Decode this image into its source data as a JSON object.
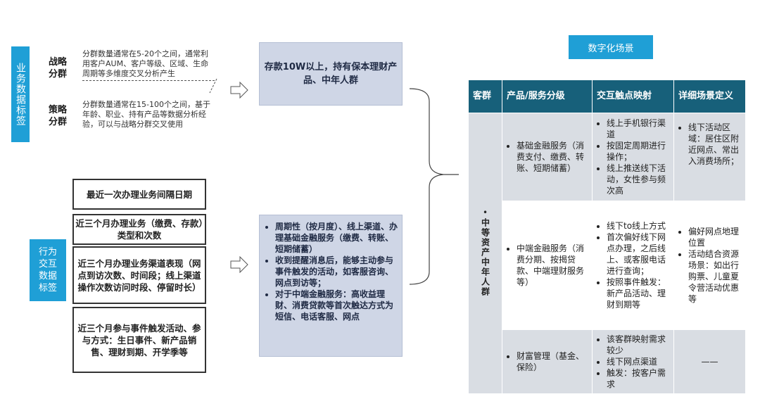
{
  "left": {
    "label_top": "业务数据标签",
    "strategy": {
      "title": "战略\n分群",
      "desc": "分群数量通常在5-20个之间，通常利用客户AUM、客户等级、区域、生命周期等多维度交叉分析产生"
    },
    "tactic": {
      "title": "策略\n分群",
      "desc": "分群数量通常在15-100个之间，基于年龄、职业、持有产品等数据分析经验，可以与战略分群交叉使用"
    },
    "label_bottom": "行为\n交互\n数据\n标签",
    "behavior_boxes": [
      "最近一次办理业务间隔日期",
      "近三个月办理业务（缴费、存款）类型和次数",
      "近三个月办理业务渠道表现（网点到访次数、时间段；线上渠道操作次数访问时段、停留时长）",
      "近三个月参与事件触发活动、参与方式：生日事件、新产品销售、理财到期、开学季等"
    ]
  },
  "middle": {
    "box_top": "存款10W以上，持有保本理财产品、中年人群",
    "box_bottom": [
      "周期性（按月度）、线上渠道、办理基础金融服务（缴费、转账、短期储蓄）",
      "收到提醒消息后，能够主动参与事件触发的活动，如客服咨询、网点到访等；",
      "对于中端金融服务：高收益理财、消费贷款等首次触达方式为短信、电话客服、网点"
    ]
  },
  "right": {
    "section_title": "数字化场景",
    "headers": [
      "客群",
      "产品/服务分级",
      "交互触点映射",
      "详细场景定义"
    ],
    "group": "中等资产中年人群",
    "rows": [
      {
        "product": "基础金融服务（消费支付、缴费、转账、短期储蓄）",
        "touch": [
          "线上手机银行渠道",
          "按固定周期进行操作；",
          "线上推送线下活动，女性参与频次高"
        ],
        "scene": [
          "线下活动区域：居住区附近网点、常出入消费场所；"
        ]
      },
      {
        "product": "中端金融服务（消费分期、按揭贷款、中端理财服务等）",
        "touch": [
          "线下to线上方式",
          "首次偏好线下网点办理，之后线上、或客服电话进行查询；",
          "按照事件触发：新产品活动、理财到期等"
        ],
        "scene": [
          "偏好网点地理位置",
          "活动结合资源场景：如出行购票、儿童夏令营活动优惠等"
        ]
      },
      {
        "product": "财富管理（基金、保险）",
        "touch": [
          "该客群映射需求较少",
          "线下网点渠道",
          "触发：按客户需求"
        ],
        "scene_text": "——"
      }
    ]
  },
  "colors": {
    "accent": "#1f9fd6",
    "table_header": "#17607a",
    "box_fill": "#cfd6e6",
    "row_fill": "#d9dde3"
  }
}
